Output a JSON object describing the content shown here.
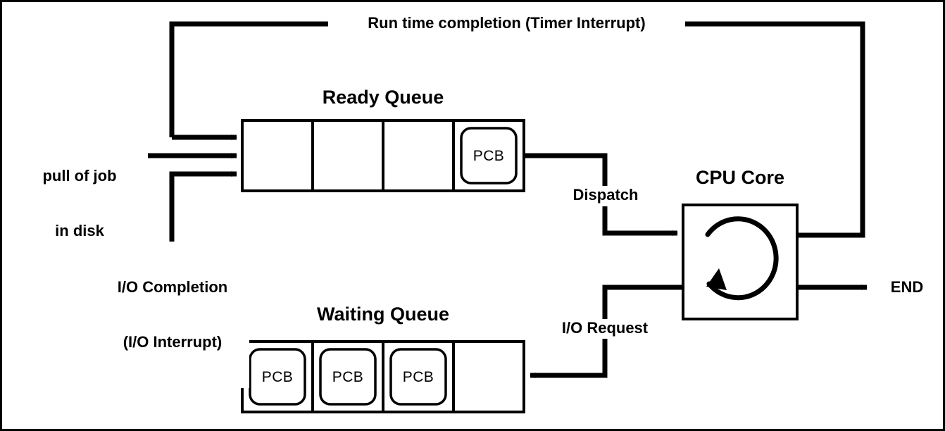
{
  "diagram": {
    "title": "Process State / CPU Scheduling Queueing Diagram",
    "background_color": "#ffffff",
    "line_color": "#000000",
    "border_color": "#000000"
  },
  "labels": {
    "pull_of_job_line1": "pull of job",
    "pull_of_job_line2": "in disk",
    "run_time_completion": "Run time completion (Timer Interrupt)",
    "ready_queue_title": "Ready Queue",
    "waiting_queue_title": "Waiting Queue",
    "cpu_core_title": "CPU Core",
    "dispatch": "Dispatch",
    "io_request": "I/O Request",
    "io_completion_line1": "I/O Completion",
    "io_completion_line2": "(I/O Interrupt)",
    "end": "END"
  },
  "ready_queue": {
    "title": "Ready Queue",
    "cells": [
      {
        "label": "",
        "occupied": false
      },
      {
        "label": "",
        "occupied": false
      },
      {
        "label": "",
        "occupied": false
      },
      {
        "label": "PCB",
        "occupied": true
      }
    ]
  },
  "waiting_queue": {
    "title": "Waiting Queue",
    "cells": [
      {
        "label": "PCB",
        "occupied": true
      },
      {
        "label": "PCB",
        "occupied": true
      },
      {
        "label": "PCB",
        "occupied": true
      },
      {
        "label": "",
        "occupied": false
      }
    ]
  },
  "cpu_core": {
    "title": "CPU Core",
    "icon": "circular-loop-arrow"
  },
  "edges": [
    {
      "name": "pull-of-job-to-ready-queue",
      "label": "pull of job in disk",
      "from": "disk",
      "to": "ready-queue"
    },
    {
      "name": "run-time-completion",
      "label": "Run time completion (Timer Interrupt)",
      "from": "cpu-core",
      "to": "ready-queue"
    },
    {
      "name": "dispatch",
      "label": "Dispatch",
      "from": "ready-queue",
      "to": "cpu-core"
    },
    {
      "name": "io-request",
      "label": "I/O Request",
      "from": "cpu-core",
      "to": "waiting-queue"
    },
    {
      "name": "io-completion",
      "label": "I/O Completion (I/O Interrupt)",
      "from": "waiting-queue",
      "to": "ready-queue"
    },
    {
      "name": "end",
      "label": "END",
      "from": "cpu-core",
      "to": "end"
    }
  ]
}
